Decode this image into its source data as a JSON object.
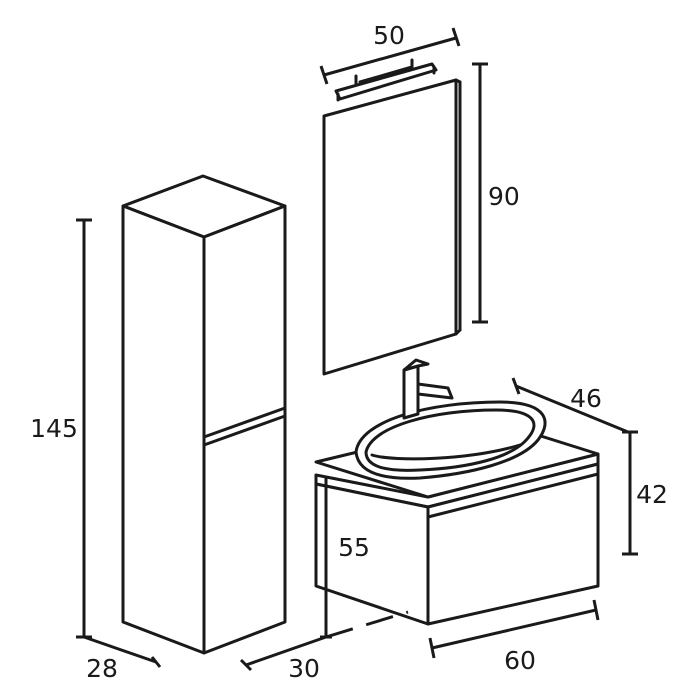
{
  "dimensions": {
    "mirror_width": "50",
    "mirror_height": "90",
    "column_height": "145",
    "column_depth": "28",
    "cabinet_depth": "30",
    "basin_depth": "46",
    "basin_height": "42",
    "floor_clearance": "55",
    "cabinet_width": "60"
  },
  "colors": {
    "line": "#1a1a1a",
    "background": "#ffffff"
  }
}
